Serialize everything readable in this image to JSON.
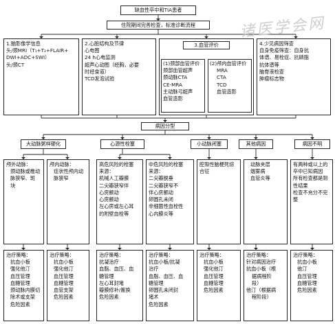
{
  "top": "缺血性卒中和TIA患者",
  "workup": "住院期间完善检查，标准诊断流程",
  "watermark": "诸医学会网",
  "eval": {
    "brain": {
      "title": "1.脑影像学信息",
      "lines": [
        "头/颈MRI（T₁+T₂+FLAIR+",
        "DWI+ADC+SWI）",
        "头/颈CT"
      ]
    },
    "heart": {
      "title": "2.心脏结构及节律",
      "lines": [
        "心电图",
        "24 h心电监测",
        "超声心动图（经胸，必要",
        "时经食道）",
        "TCD发泡试验"
      ]
    },
    "vessel": {
      "title": "3.血管评价",
      "extra": {
        "title": "(1)颈部血管评价",
        "lines": [
          "颈部血管超声",
          "颈动脉CTA",
          "CE-MRA",
          "主动脉弓超声",
          "血管造影"
        ]
      },
      "intra": {
        "title": "(2)颅内血管评价",
        "lines": [
          "MRA",
          "CTA",
          "TCD",
          "血管造影"
        ]
      }
    },
    "rare": {
      "title": "4.少见病因筛查",
      "lines": [
        "自身免疫筛查：自身抗",
        "体谱、易栓症、抗磷脂",
        "抗体谱等",
        "脑脊液检查",
        "肿瘤标志物"
      ]
    }
  },
  "classify": "病因分型",
  "cats": {
    "laa": "大动脉粥样硬化",
    "ce": "心源性栓塞",
    "sao": "小动脉闭塞",
    "oth": "其他病因",
    "und": "病因不明"
  },
  "desc": {
    "laa_extra": [
      "颅外动脉：",
      "颈动脉或椎动",
      "脉狭窄、斑",
      "块"
    ],
    "laa_intra": [
      "颅内动脉：",
      "症状性颅内动",
      "脉狭窄"
    ],
    "ce_high": [
      "高危风险的栓塞",
      "来源：",
      "机械人工瓣膜",
      "二尖瓣狭窄伴",
      "心房颤动",
      "心房颤动",
      "左心房或左心耳",
      "的附壁血栓等"
    ],
    "ce_mid": [
      "中危风险的栓塞",
      "来源：",
      "二尖瓣脱垂",
      "二尖瓣狭窄不",
      "伴心房颤动",
      "卵圆孔未闭",
      "非细菌性血栓性",
      "心内膜炎等"
    ],
    "sao": [
      "腔隙性脑梗死综",
      "合征"
    ],
    "oth": [
      "动脉夹层",
      "烟雾病",
      "血管炎等"
    ],
    "und": [
      "有两种或以上的",
      "卒中已知病因",
      "所有检查都是阴",
      "性结果",
      "检查不充分不完",
      "整"
    ]
  },
  "tx": {
    "laa_extra": [
      "治疗策略：",
      "抗血小板",
      "强化他汀",
      "血压管理",
      "血糖管理",
      "颈动脉内膜切",
      "除术或支架",
      "危险因素"
    ],
    "laa_intra": [
      "治疗策略：",
      "抗血小板",
      "强化他汀",
      "血压管理",
      "血糖管理",
      "血管支架",
      "危险因素"
    ],
    "ce_high": [
      "治疗策略：",
      "抗凝治疗",
      "血脂、血压、血",
      "糖管理",
      "左心耳封堵",
      "瓣膜修补/置换",
      "危险因素"
    ],
    "ce_mid": [
      "治疗策略：",
      "抗血小板/抗凝",
      "治疗",
      "血脂、血压、血",
      "糖管理",
      "卵圆孔未闭封",
      "堵术",
      "危险因素"
    ],
    "sao": [
      "治疗策略：",
      "抗血小板",
      "强化他汀",
      "血压管理",
      "血糖管理",
      "危险因素"
    ],
    "oth": [
      "治疗策略：",
      "针对病因治疗",
      "抗血小板（根",
      "据病程阶",
      "段）",
      "他汀（根据病",
      "程阶段）"
    ],
    "und": [
      "治疗策略：",
      "抗血小板",
      "他汀",
      "血压管理",
      "血糖管理",
      "危险因素"
    ]
  }
}
